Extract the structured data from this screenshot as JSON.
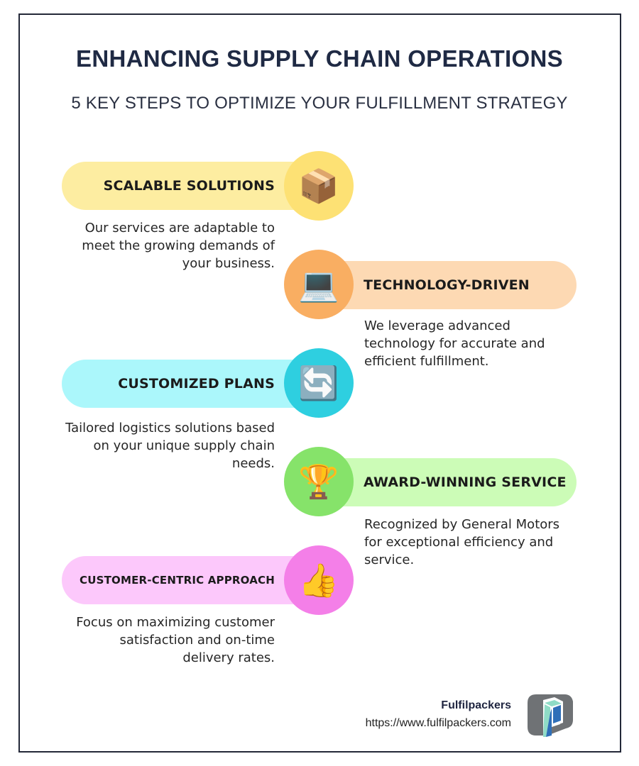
{
  "header": {
    "title": "ENHANCING SUPPLY CHAIN OPERATIONS",
    "subtitle": "5 KEY STEPS TO OPTIMIZE YOUR FULFILLMENT STRATEGY"
  },
  "steps": [
    {
      "label": "SCALABLE SOLUTIONS",
      "icon": "package-icon",
      "glyph": "📦",
      "pill_color": "#fdeda1",
      "circle_color": "#fde174",
      "description": "Our services are adaptable to meet the growing demands of your business."
    },
    {
      "label": "TECHNOLOGY-DRIVEN",
      "icon": "laptop-icon",
      "glyph": "💻",
      "pill_color": "#fdd9b3",
      "circle_color": "#f9ae62",
      "description": "We leverage advanced technology for accurate and efficient fulfillment."
    },
    {
      "label": "CUSTOMIZED PLANS",
      "icon": "refresh-arrows-icon",
      "glyph": "🔄",
      "pill_color": "#abf7fb",
      "circle_color": "#2ecfe0",
      "description": "Tailored logistics solutions based on your unique supply chain needs."
    },
    {
      "label": "AWARD-WINNING SERVICE",
      "icon": "trophy-icon",
      "glyph": "🏆",
      "pill_color": "#ccfcb7",
      "circle_color": "#86e36a",
      "description": "Recognized by General Motors for exceptional efficiency and service."
    },
    {
      "label": "CUSTOMER-CENTRIC APPROACH",
      "icon": "thumbs-up-icon",
      "glyph": "👍",
      "pill_color": "#fcc8fb",
      "circle_color": "#f47fe8",
      "description": "Focus on maximizing customer satisfaction and on-time delivery rates."
    }
  ],
  "footer": {
    "brand": "Fulfilpackers",
    "url": "https://www.fulfilpackers.com"
  },
  "colors": {
    "title": "#1f2a44",
    "frame_border": "#232838",
    "logo_gray": "#6f7275",
    "logo_teal": "#8fdcc6",
    "logo_blue": "#2f6fb8"
  }
}
